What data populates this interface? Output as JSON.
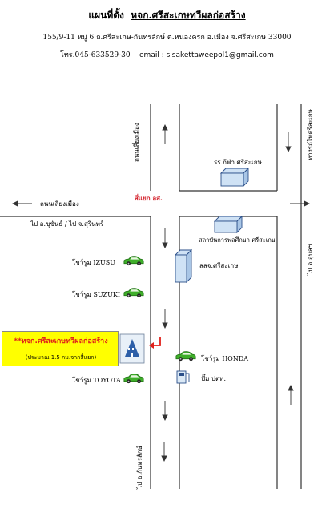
{
  "header": {
    "title_prefix": "แผนที่ตั้ง",
    "title_name": "หจก.ศรีสะเกษทวีผลก่อสร้าง",
    "address": "155/9-11 หมู่ 6 ถ.ศรีสะเกษ-กันทรลักษ์  ต.หนองครก  อ.เมือง  จ.ศรีสะเกษ 33000",
    "phone": "โทร.045-633529-30",
    "email": "email : sisakettaweepol1@gmail.com"
  },
  "roads": {
    "left_vertical": "ถนนเลี่ยงเมือง",
    "right_vertical": "ทางรถไฟศรีสะเกษ",
    "horizontal": "ถนนเลี่ยงเมือง",
    "junction": "สี่แยก อส.",
    "to_directions": "ไป อ.ขุขันธ์ / ไป จ.สุรินทร์",
    "to_kantharalak": "ไป อ.กันทรลักษ์",
    "to_ubon": "ไป จ.อุบลฯ"
  },
  "landmarks": {
    "sports_school": "รร.กีฬา ศรีสะเกษ",
    "pe_institute": "สถาบันการพลศึกษา ศรีสะเกษ",
    "police": "สสจ.ศรีสะเกษ",
    "isuzu": "โชว์รูม IZUSU",
    "suzuki": "โชว์รูม SUZUKI",
    "toyota": "โชว์รูม TOYOTA",
    "honda": "โชว์รูม HONDA",
    "ptt": "ปั๊ม ปตท."
  },
  "shop": {
    "name": "**หจก.ศรีสะเกษทวีผลก่อสร้าง",
    "distance": "(ประมาณ 1.5 กม.จากสี่แยก)"
  },
  "colors": {
    "car": "#3fae2a",
    "building_fill": "#cfe2f5",
    "building_stroke": "#2b4f8a",
    "shop_box": "#ffff00",
    "shop_text": "#e0201a",
    "junction_text": "#d4202a",
    "marker": "#e0201a"
  }
}
